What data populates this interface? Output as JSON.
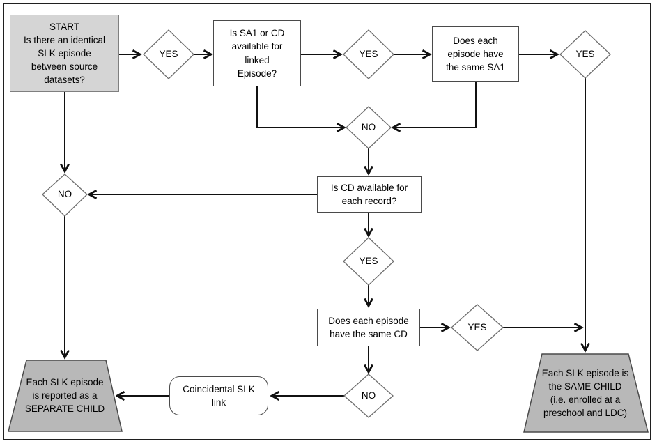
{
  "diagram": {
    "type": "flowchart",
    "nodes": {
      "start": {
        "heading": "START",
        "text": "Is there an identical\nSLK episode\nbetween source\ndatasets?"
      },
      "q_sa1_cd": {
        "text": "Is SA1 or CD\navailable for\nlinked\nEpisode?"
      },
      "q_same_sa1": {
        "text": "Does each\nepisode have\nthe same SA1"
      },
      "q_cd_each_record": {
        "text": "Is CD available for\neach record?"
      },
      "q_same_cd": {
        "text": "Does each episode\nhave the same CD"
      },
      "coincidental_slk_link": {
        "text": "Coincidental SLK\nlink"
      },
      "end_separate_child": {
        "text": "Each SLK episode\nis reported as a\nSEPARATE CHILD"
      },
      "end_same_child": {
        "text": "Each SLK episode is\nthe SAME CHILD\n(i.e. enrolled at a\npreschool and LDC)"
      },
      "decision_labels": {
        "d1_yes": "YES",
        "d2_yes": "YES",
        "d3_yes": "YES",
        "d4_no": "NO",
        "d5_no": "NO",
        "d6_yes": "YES",
        "d7_yes": "YES",
        "d8_no": "NO"
      }
    },
    "colors": {
      "start_fill": "#d5d5d5",
      "terminator_fill": "#b8b8b8",
      "process_fill": "#ffffff",
      "shape_outline": "#6e6e6e",
      "connector": "#111111",
      "frame": "#1f1f1f",
      "text": "#000000"
    }
  }
}
